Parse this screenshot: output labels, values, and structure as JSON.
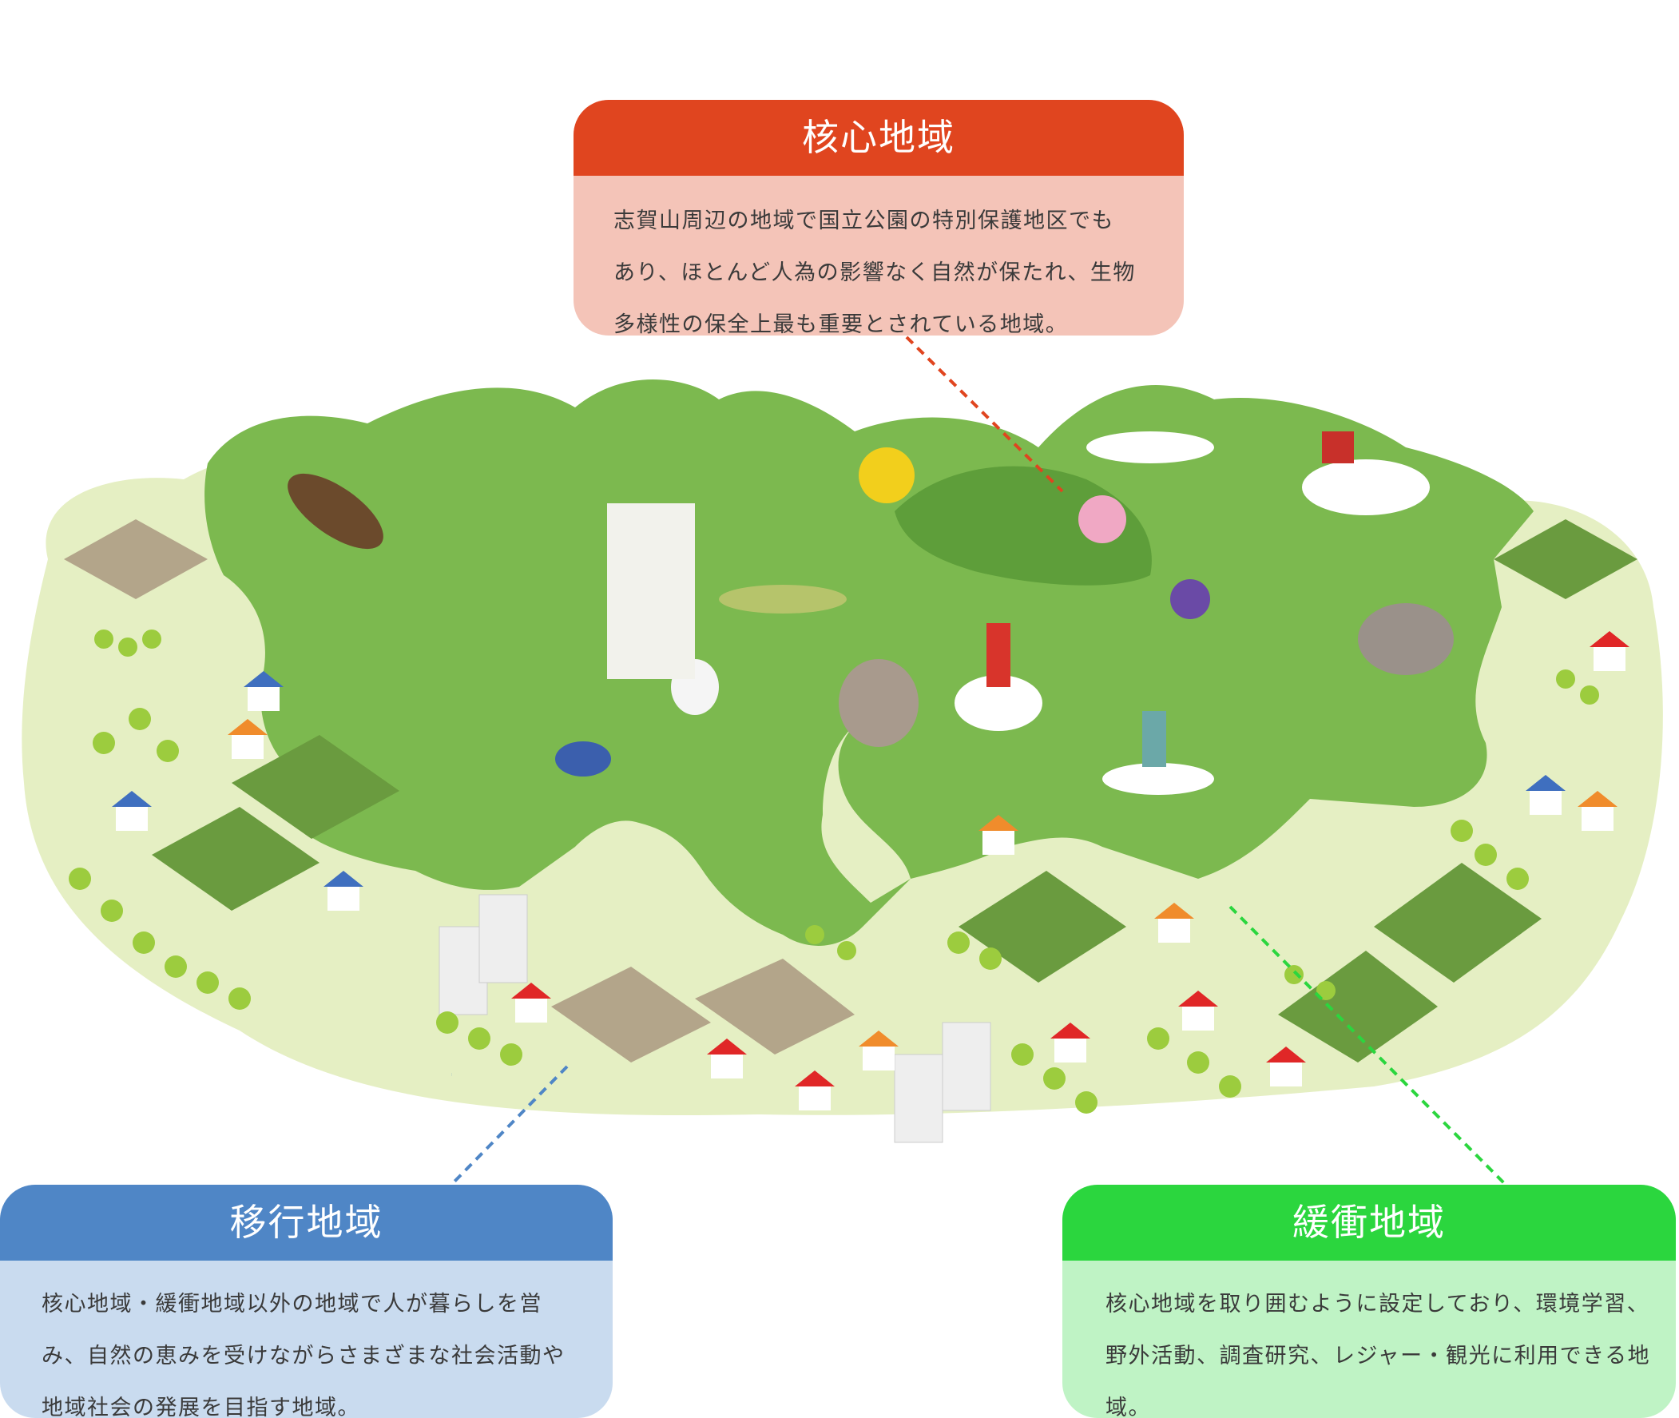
{
  "zones": {
    "core": {
      "title": "核心地域",
      "lines": [
        "志賀山周辺の地域で国立公園の特別保護地区でも",
        "あり、ほとんど人為の影響なく自然が保たれ、生物",
        "多様性の保全上最も重要とされている地域。"
      ],
      "head_color": "#e0451f",
      "body_color": "#f4c4b8",
      "line_color": "#e0451f"
    },
    "transition": {
      "title": "移行地域",
      "lines": [
        "核心地域・緩衝地域以外の地域で人が暮らしを営",
        "み、自然の恵みを受けながらさまざまな社会活動や",
        "地域社会の発展を目指す地域。"
      ],
      "head_color": "#4f86c6",
      "body_color": "#c9dbef",
      "line_color": "#4f86c6"
    },
    "buffer": {
      "title": "緩衝地域",
      "lines": [
        "核心地域を取り囲むように設定しており、環境学習、",
        "野外活動、調査研究、レジャー・観光に利用できる地",
        "域。"
      ],
      "head_color": "#2bd63e",
      "body_color": "#bff3c5",
      "line_color": "#2bd63e"
    }
  }
}
